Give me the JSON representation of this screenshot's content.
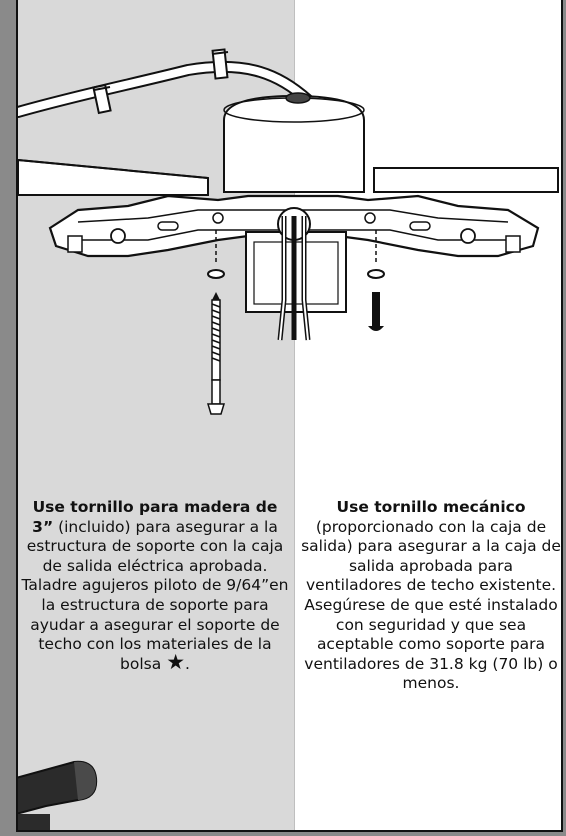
{
  "left_text": {
    "bold": "Use tornillo para madera de 3”",
    "normal": " (incluido) para asegurar a la estructura de soporte con la caja de salida eléctrica aprobada. Taladre agujeros piloto de 9/64”en la estructura de soporte para ayudar a asegurar el soporte de techo con los materiales de la bolsa ",
    "star": "★",
    "end": "."
  },
  "right_text": {
    "bold": "Use tornillo mecánico",
    "normal": " (proporcionado con la caja de salida) para asegurar a la caja de salida aprobada para ventiladores de techo existente. Asegúrese de que esté instalado con seguridad y que sea aceptable como soporte para ventiladores de 31.8 kg (70 lb) o menos."
  },
  "colors": {
    "left_panel": "#d9d9d9",
    "right_panel": "#ffffff",
    "outer_border": "#111111",
    "page_background": "#8a8a8a"
  }
}
